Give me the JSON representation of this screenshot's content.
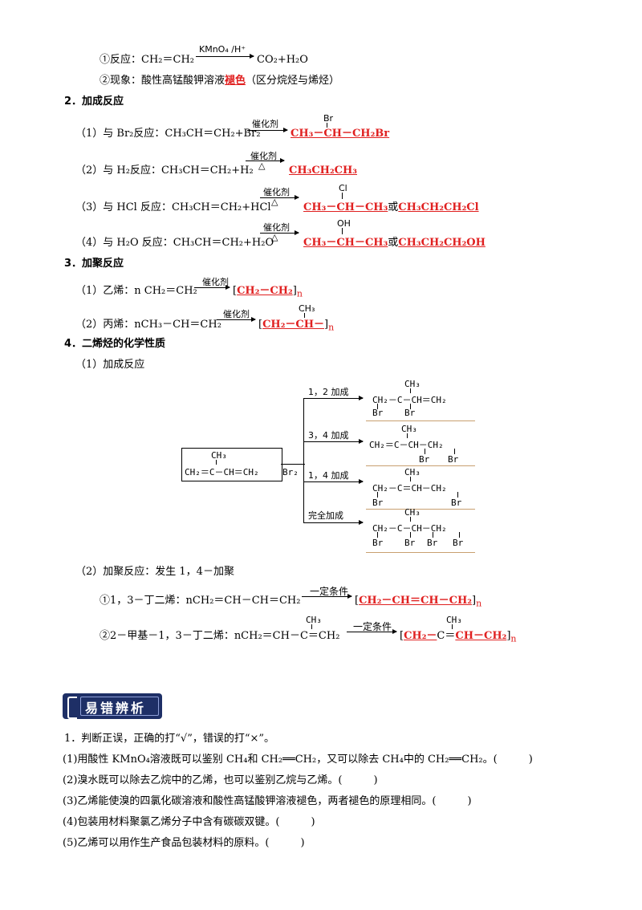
{
  "top": {
    "l1_prefix": "①反应：CH₂＝CH₂",
    "l1_cond": "KMnO₄ /H⁺",
    "l1_prod": "CO₂+H₂O",
    "l2_text": "②现象：酸性高锰酸钾溶液",
    "l2_red": "褪色",
    "l2_tail": "（区分烷烃与烯烃）"
  },
  "sec2": {
    "title": "2．加成反应",
    "r1_text": "（1）与 Br₂反应：CH₃CH＝CH₂+Br₂",
    "r1_cat": "催化剂",
    "r1_br": "Br",
    "r1_prod": "CH₃－CH－CH₂Br",
    "r2_text": "（2）与 H₂反应：CH₃CH＝CH₂+H₂",
    "r2_cat": "催化剂",
    "r2_heat": "△",
    "r2_prod": "CH₃CH₂CH₃",
    "r3_text": "（3）与 HCl 反应：CH₃CH＝CH₂+HCl",
    "r3_cat": "催化剂",
    "r3_heat": "△",
    "r3_cl": "Cl",
    "r3_prod": "CH₃－CH－CH₃",
    "r3_or": "或",
    "r3_prod2": "CH₃CH₂CH₂Cl",
    "r4_text": "（4）与 H₂O 反应：CH₃CH＝CH₂+H₂O",
    "r4_cat": "催化剂",
    "r4_heat": "△",
    "r4_oh": "OH",
    "r4_prod": "CH₃－CH－CH₃",
    "r4_or": "或",
    "r4_prod2": "CH₃CH₂CH₂OH"
  },
  "sec3": {
    "title": "3．加聚反应",
    "p1_text": "（1）乙烯：n CH₂＝CH₂",
    "p1_cat": "催化剂",
    "p1_prod": "CH₂－CH₂",
    "p1_n": "n",
    "p2_text": "（2）丙烯：nCH₃－CH＝CH₂",
    "p2_cat": "催化剂",
    "p2_ch3": "CH₃",
    "p2_prod": "CH₂－CH－",
    "p2_n": "n"
  },
  "sec4": {
    "title": "4．二烯烃的化学性质",
    "sub1": "（1）加成反应",
    "reactant_ch3": "CH₃",
    "reactant": "CH₂＝C－CH＝CH₂",
    "reagent": "Br₂",
    "b1_label": "1，2 加成",
    "b1_ch3": "CH₃",
    "b1_main": "CH₂－C－CH＝CH₂",
    "b1_subs": [
      "Br",
      "Br"
    ],
    "b2_label": "3，4 加成",
    "b2_ch3": "CH₃",
    "b2_main": "CH₂＝C－CH－CH₂",
    "b2_subs": [
      "Br",
      "Br"
    ],
    "b3_label": "1，4 加成",
    "b3_ch3": "CH₃",
    "b3_main": "CH₂－C＝CH－CH₂",
    "b3_subs": [
      "Br",
      "Br"
    ],
    "b4_label": "完全加成",
    "b4_ch3": "CH₃",
    "b4_main": "CH₂－C－CH－CH₂",
    "b4_subs": [
      "Br",
      "Br",
      "Br",
      "Br"
    ],
    "sub2": "（2）加聚反应：发生 1，4－加聚",
    "a1_text": "①1，3－丁二烯：nCH₂＝CH－CH＝CH₂",
    "a1_cond": "一定条件",
    "a1_prod": "CH₂－CH＝CH－CH₂",
    "a1_n": "n",
    "a2_text": "②2－甲基－1，3－丁二烯：nCH₂＝CH－C＝CH₂",
    "a2_ch3": "CH₃",
    "a2_cond": "一定条件",
    "a2_ch3b": "CH₃",
    "a2_prod1": "CH₂－",
    "a2_prod_c": "C＝",
    "a2_prod2": "CH－CH₂",
    "a2_n": "n"
  },
  "banner": {
    "title": "易错辨析"
  },
  "quiz": {
    "intro": "1．判断正误，正确的打“√”，错误的打“×”。",
    "items": [
      "(1)用酸性 KMnO₄溶液既可以鉴别 CH₄和 CH₂══CH₂，又可以除去 CH₄中的 CH₂══CH₂。(　　　)",
      "(2)溴水既可以除去乙烷中的乙烯，也可以鉴别乙烷与乙烯。(　　　)",
      "(3)乙烯能使溴的四氯化碳溶液和酸性高锰酸钾溶液褪色，两者褪色的原理相同。(　　　)",
      "(4)包装用材料聚氯乙烯分子中含有碳碳双键。(　　　)",
      "(5)乙烯可以用作生产食品包装材料的原料。(　　　)"
    ]
  }
}
